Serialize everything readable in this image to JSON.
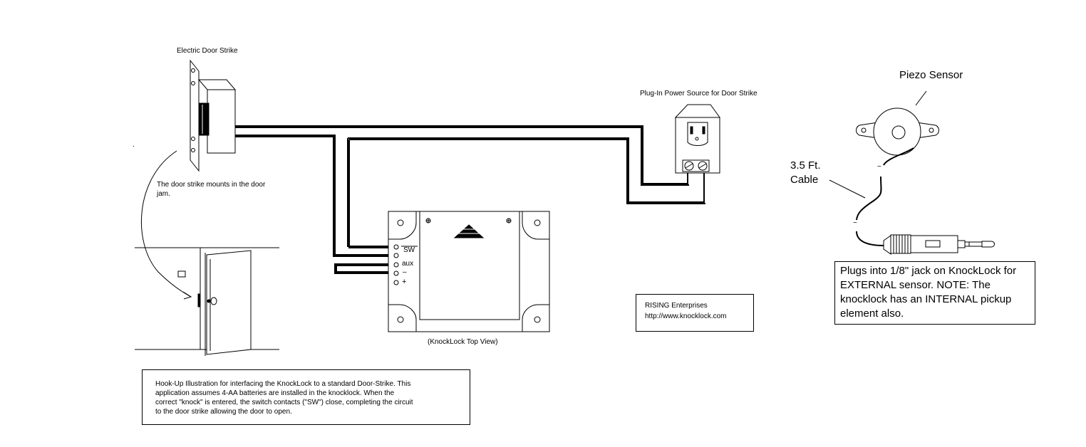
{
  "labels": {
    "door_strike_title": "Electric Door Strike",
    "door_strike_note_line1": "The door strike mounts in the door",
    "door_strike_note_line2": "jam.",
    "power_source_title": "Plug-In Power Source for Door Strike",
    "terminal_sw": "SW",
    "terminal_aux": "aux",
    "terminal_minus": "–",
    "terminal_plus": "+",
    "knocklock_caption": "(KnockLock Top View)",
    "rising_line1": "RISING Enterprises",
    "rising_line2": "http://www.knocklock.com",
    "piezo_title": "Piezo Sensor",
    "cable_line1": "3.5 Ft.",
    "cable_line2": "Cable",
    "tilde": "~"
  },
  "notes": {
    "hookup_lines": [
      "Hook-Up Illustration for interfacing the KnockLock to a standard Door-Strike.  This",
      "application assumes 4-AA batteries are installed in the knocklock.  When the",
      "correct \"knock\" is entered, the switch contacts (\"SW\") close, completing the circuit",
      "to the door strike allowing the door to open."
    ],
    "jack_lines": [
      "Plugs into 1/8\" jack on KnockLock for",
      "EXTERNAL sensor.  NOTE: The",
      "knocklock has an INTERNAL pickup",
      "element also."
    ]
  },
  "colors": {
    "ink": "#000000",
    "background": "#ffffff"
  }
}
